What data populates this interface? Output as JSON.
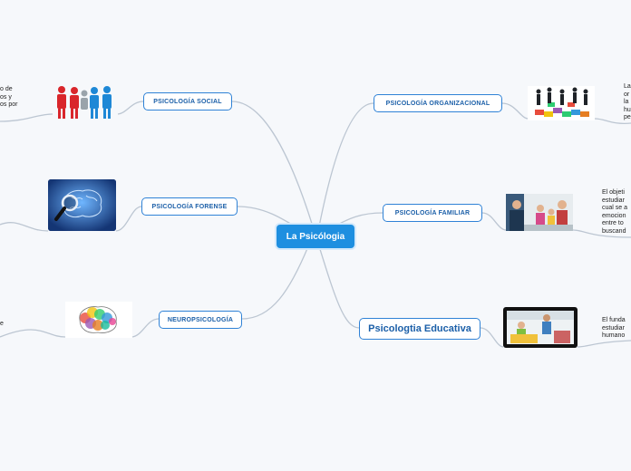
{
  "center": {
    "label": "La Psicólogia"
  },
  "branches": {
    "social": {
      "label": "PSICOLOGÍA SOCIAL",
      "note": "o de\nos y\nos por",
      "image_icon": "people-group-icon"
    },
    "forense": {
      "label": "PSICOLOGÍA FORENSE",
      "image_icon": "brain-magnifier-icon"
    },
    "neuro": {
      "label": "NEUROPSICOLOGÍA",
      "note": "e",
      "image_icon": "colorful-brain-icon"
    },
    "organizacional": {
      "label": "PSICOLOGÍA ORGANIZACIONAL",
      "note": "La\nor\nla\nhu\npe",
      "image_icon": "puzzle-team-icon"
    },
    "familiar": {
      "label": "PSICOLOGÍA FAMILIAR",
      "note": "El objeti\nestudiar\ncual se a\nemocion\nentre to\nbuscand",
      "image_icon": "family-photo-icon"
    },
    "educativa": {
      "label": "Psicologtia Educativa",
      "note": "El funda\nestudiar\nhumano",
      "image_icon": "tablet-classroom-icon"
    }
  },
  "colors": {
    "accent": "#1e8fe0",
    "border": "#2f82d6",
    "link": "#bcc6d2"
  }
}
